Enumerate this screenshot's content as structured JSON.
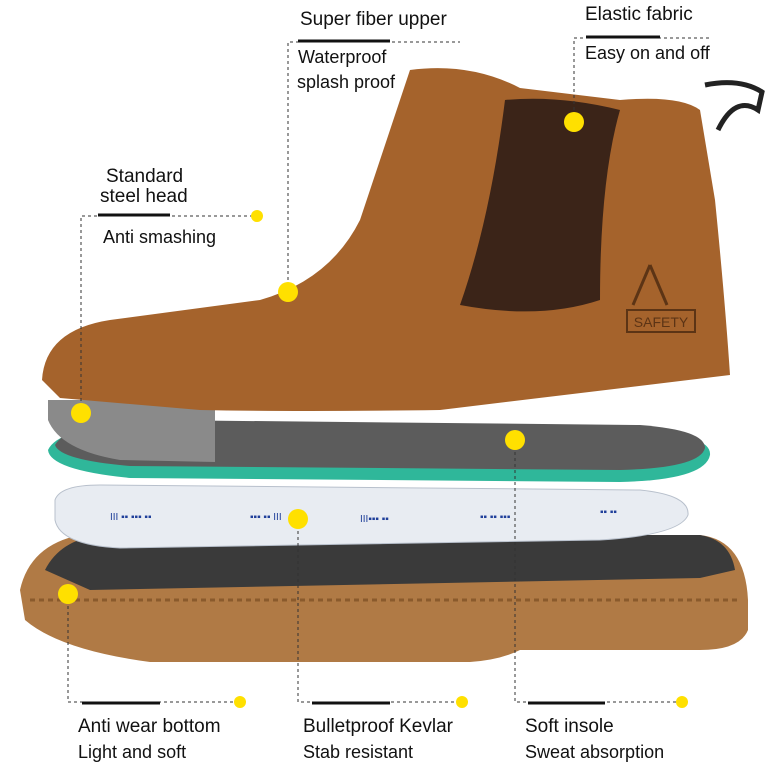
{
  "callouts": {
    "upper": {
      "title": "Super fiber upper",
      "line1": "Waterproof",
      "line2": "splash proof"
    },
    "elastic": {
      "title": "Elastic fabric",
      "line1": "Easy on and off"
    },
    "steel": {
      "title1": "Standard",
      "title2": "steel head",
      "line1": "Anti smashing"
    },
    "bottom": {
      "title": "Anti wear bottom",
      "line1": "Light and soft"
    },
    "kevlar": {
      "title": "Bulletproof Kevlar",
      "line1": "Stab resistant"
    },
    "insole": {
      "title": "Soft insole",
      "line1": "Sweat absorption"
    }
  },
  "boot_logo": "SAFETY",
  "colors": {
    "leather": "#a5632c",
    "elastic": "#3b2418",
    "sole": "#b07a45",
    "insole_foam": "#2fb79a",
    "dot": "#ffe000",
    "kevlar_text": "#1f3f9a"
  }
}
